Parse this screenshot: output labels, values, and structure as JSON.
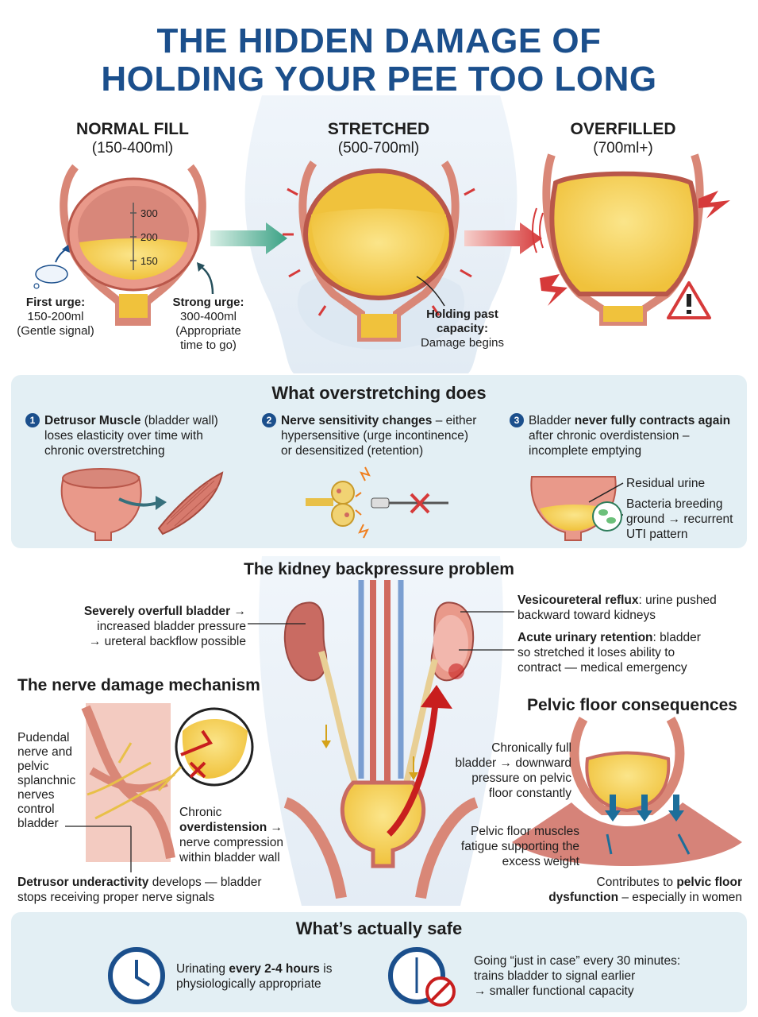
{
  "title": {
    "line1": "THE HIDDEN DAMAGE OF",
    "line2": "HOLDING YOUR PEE TOO LONG"
  },
  "stages": [
    {
      "title": "NORMAL FILL",
      "range": "(150-400ml)"
    },
    {
      "title": "STRETCHED",
      "range": "(500-700ml)"
    },
    {
      "title": "OVERFILLED",
      "range": "(700ml+)"
    }
  ],
  "scale_marks": [
    "300",
    "200",
    "150"
  ],
  "urges": {
    "first": {
      "label": "First urge:",
      "amount": "150-200ml",
      "note": "(Gentle signal)"
    },
    "strong": {
      "label": "Strong urge:",
      "amount": "300-400ml",
      "note1": "(Appropriate",
      "note2": "time to go)"
    }
  },
  "holding": {
    "line1": "Holding past",
    "line2": "capacity:",
    "line3": "Damage begins"
  },
  "overstretch": {
    "title": "What overstretching does",
    "items": [
      {
        "num": "1",
        "bold": "Detrusor Muscle",
        "text1": " (bladder wall)",
        "line2": "loses elasticity over time with",
        "line3": "chronic overstretching"
      },
      {
        "num": "2",
        "bold": "Nerve sensitivity changes",
        "text1": " – either",
        "line2": "hypersensitive (urge incontinence)",
        "line3": "or desensitized (retention)"
      },
      {
        "num": "3",
        "pre": "Bladder ",
        "bold": "never fully contracts again",
        "line2": "after chronic overdistension –",
        "line3": "incomplete emptying"
      }
    ],
    "residual": "Residual urine",
    "bacteria1": "Bacteria breeding",
    "bacteria2": "ground → recurrent",
    "bacteria3": "UTI pattern"
  },
  "kidney": {
    "title": "The kidney backpressure problem",
    "left": {
      "bold": "Severely overfull bladder",
      "text1": " →",
      "line2": "increased bladder pressure",
      "line3": "→ ureteral backflow possible"
    },
    "reflux": {
      "bold": "Vesicoureteral reflux",
      "text1": ": urine pushed",
      "line2": "backward toward kidneys"
    },
    "retention": {
      "bold": "Acute urinary retention",
      "text1": ": bladder",
      "line2": "so stretched it loses ability to",
      "line3": "contract — medical emergency"
    }
  },
  "nerve": {
    "title": "The nerve damage mechanism",
    "pudendal": [
      "Pudendal",
      "nerve and",
      "pelvic",
      "splanchnic",
      "nerves",
      "control",
      "bladder"
    ],
    "chronic": {
      "line1": "Chronic",
      "bold": "overdistension",
      "text2": " →",
      "line3": "nerve compression",
      "line4": "within bladder wall"
    },
    "under": {
      "bold": "Detrusor underactivity",
      "text1": " develops — bladder",
      "line2": "stops receiving proper nerve signals"
    }
  },
  "pelvic": {
    "title": "Pelvic floor consequences",
    "p1": [
      "Chronically full",
      "bladder → downward",
      "pressure on pelvic",
      "floor constantly"
    ],
    "p2": [
      "Pelvic floor muscles",
      "fatigue supporting the",
      "excess weight"
    ],
    "p3": {
      "pre": "Contributes to ",
      "bold": "pelvic floor",
      "bold2": "dysfunction",
      "post": " – especially in women"
    }
  },
  "safe": {
    "title": "What’s actually safe",
    "left": {
      "pre": "Urinating ",
      "bold": "every 2-4 hours",
      "post": " is",
      "line2": "physiologically appropriate"
    },
    "right": {
      "line1": "Going “just in case” every 30 minutes:",
      "line2": "trains bladder to signal earlier",
      "line3": "→ smaller functional capacity"
    }
  },
  "colors": {
    "title_blue": "#1b4f8c",
    "urine": "#f7d35a",
    "tissue": "#e38a7a",
    "panel": "#e3eff4",
    "arrow_green": "#3aa184",
    "arrow_red": "#d63a3a"
  }
}
